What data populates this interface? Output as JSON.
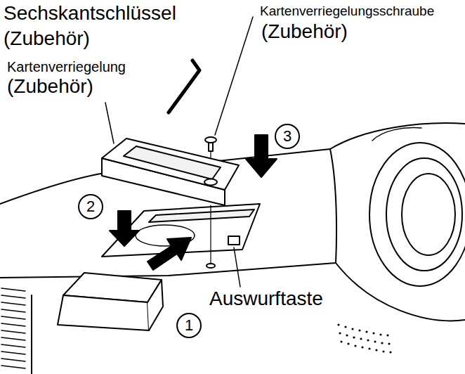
{
  "diagram": {
    "labels": [
      "Sechskantschlüssel",
      "(Zubehör)",
      "Kartenverriegelungsschraube",
      "(Zubehör)",
      "Kartenverriegelung",
      "(Zubehör)",
      "Auswurftaste",
      "1",
      "2",
      "3"
    ]
  }
}
